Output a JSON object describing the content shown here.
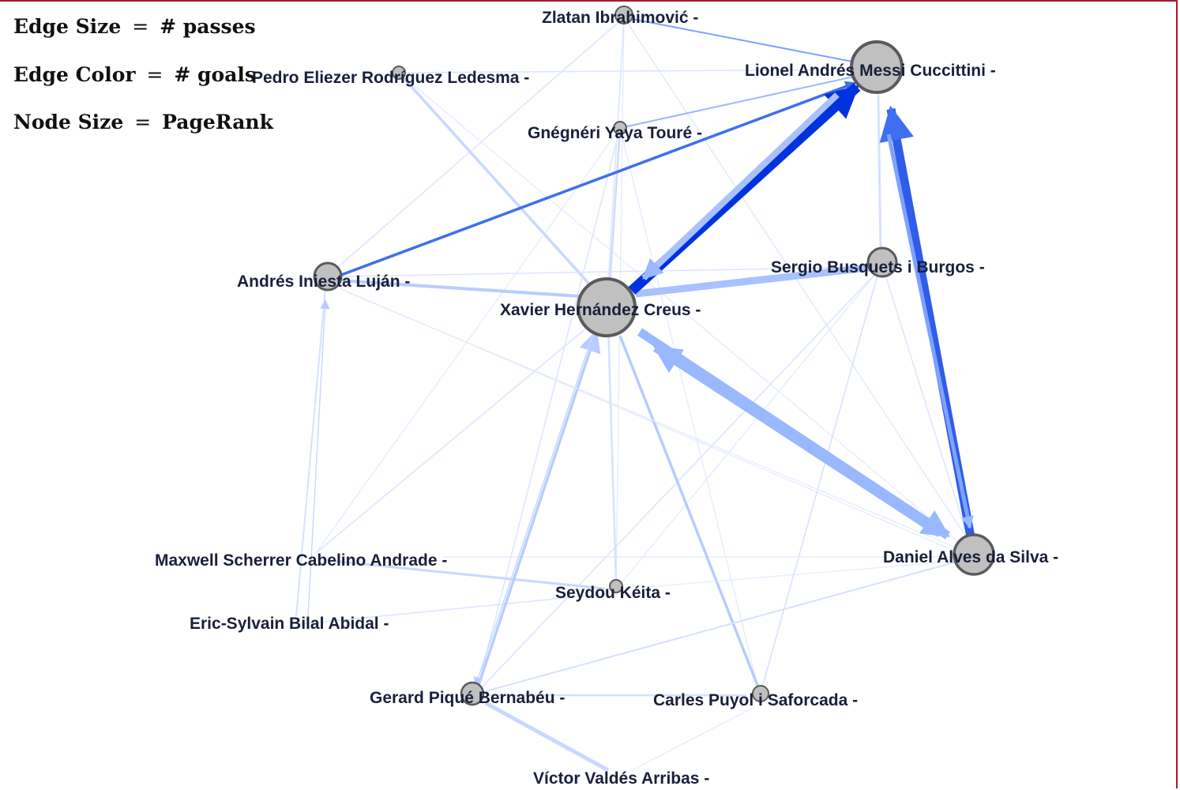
{
  "legend": {
    "items": [
      {
        "term": "Edge Size",
        "value": "# passes"
      },
      {
        "term": "Edge Color",
        "value": "# goals"
      },
      {
        "term": "Node Size",
        "value": "PageRank"
      }
    ]
  },
  "colors": {
    "frame": "#a01c2c",
    "node_fill": "#c0c0c0",
    "node_stroke": "#5a5a5a",
    "edge_strong": "#0033dd",
    "edge_medium": "#3d6ff0",
    "edge_light": "#99b8ff",
    "edge_faint": "#cfdcff",
    "label": "#1a1f3a"
  },
  "graph": {
    "nodes": [
      {
        "id": "zlatan",
        "label": "Zlatan Ibrahimović -"
      },
      {
        "id": "messi",
        "label": "Lionel Andrés Messi Cuccittini -"
      },
      {
        "id": "pedro",
        "label": "Pedro Eliezer Rodríguez Ledesma -"
      },
      {
        "id": "toure",
        "label": "Gnégnéri Yaya Touré -"
      },
      {
        "id": "iniesta",
        "label": "Andrés Iniesta Luján -"
      },
      {
        "id": "busquets",
        "label": "Sergio Busquets i Burgos -"
      },
      {
        "id": "xavi",
        "label": "Xavier Hernández Creus -"
      },
      {
        "id": "alves",
        "label": "Daniel Alves da Silva -"
      },
      {
        "id": "maxwell",
        "label": "Maxwell Scherrer Cabelino Andrade -"
      },
      {
        "id": "keita",
        "label": "Seydou Kéita -"
      },
      {
        "id": "abidal",
        "label": "Eric-Sylvain Bilal Abidal -"
      },
      {
        "id": "pique",
        "label": "Gerard Piqué Bernabéu -"
      },
      {
        "id": "puyol",
        "label": "Carles Puyol i Saforcada -"
      },
      {
        "id": "valdes",
        "label": "Víctor Valdés Arribas -"
      }
    ]
  }
}
